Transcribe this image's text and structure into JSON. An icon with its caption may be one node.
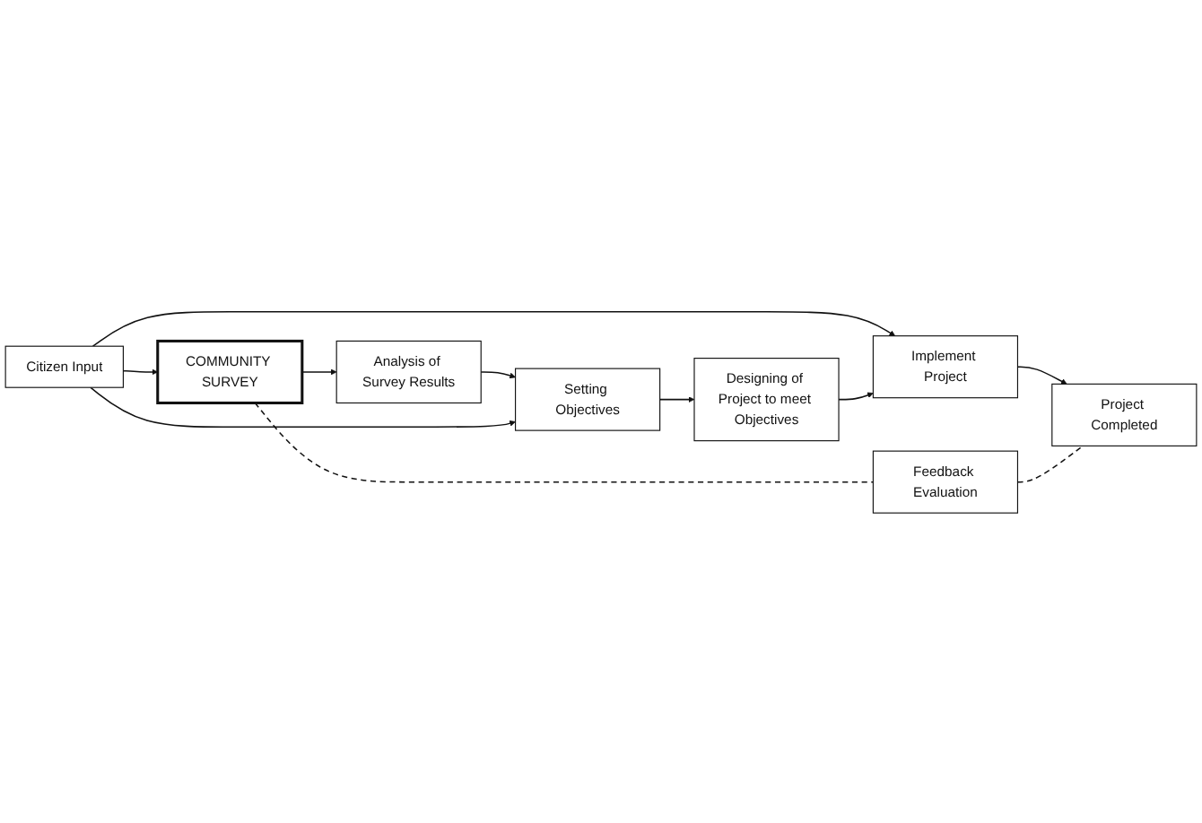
{
  "diagram": {
    "nodes": [
      {
        "text": [
          "COMMUNITY SURVEY"
        ]
      },
      {
        "text": [
          "Analysis of Survey Results"
        ]
      },
      {
        "text": [
          "Setting Objectives"
        ]
      },
      {
        "text": [
          "Feedback Evaluation"
        ]
      },
      {
        "text": [
          "Citizen Input"
        ]
      },
      {
        "text": [
          "Project Completed"
        ]
      },
      {
        "text": [
          "Implement Project"
        ]
      },
      {
        "text": [
          "Designing of Project to meet Objectives"
        ]
      }
    ],
    "edges": [
      {
        "from": 0,
        "to": 1,
        "arrow": "to"
      },
      {
        "from": 1,
        "to": 2,
        "arrow": "to"
      },
      {
        "from": 4,
        "to": 0,
        "arrow": "to"
      },
      {
        "from": 4,
        "to": 2,
        "arrow": "to"
      },
      {
        "from": 2,
        "to": 7,
        "arrow": "to"
      },
      {
        "from": 4,
        "to": 6,
        "arrow": "to"
      },
      {
        "from": 7,
        "to": 6,
        "arrow": "to"
      },
      {
        "from": 6,
        "to": 5,
        "arrow": "to"
      },
      {
        "from": 0,
        "to": 3,
        "arrow": "none",
        "style": "dashed"
      },
      {
        "from": 3,
        "to": 5,
        "arrow": "none",
        "style": "dashed"
      }
    ]
  }
}
